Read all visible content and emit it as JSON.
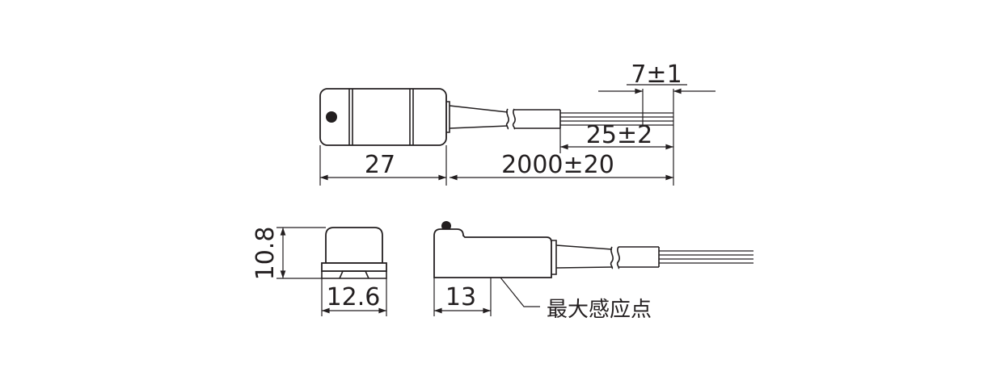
{
  "figure": {
    "dimensions": {
      "tab_length": "7±1",
      "strip_length": "25±2",
      "cable_length": "2000±20",
      "body_length": "27",
      "height": "10.8",
      "width": "12.6",
      "sensing_offset": "13"
    },
    "annotations": {
      "max_sensing_point": "最大感应点"
    },
    "colors": {
      "line": "#231f20",
      "background": "#ffffff"
    }
  }
}
